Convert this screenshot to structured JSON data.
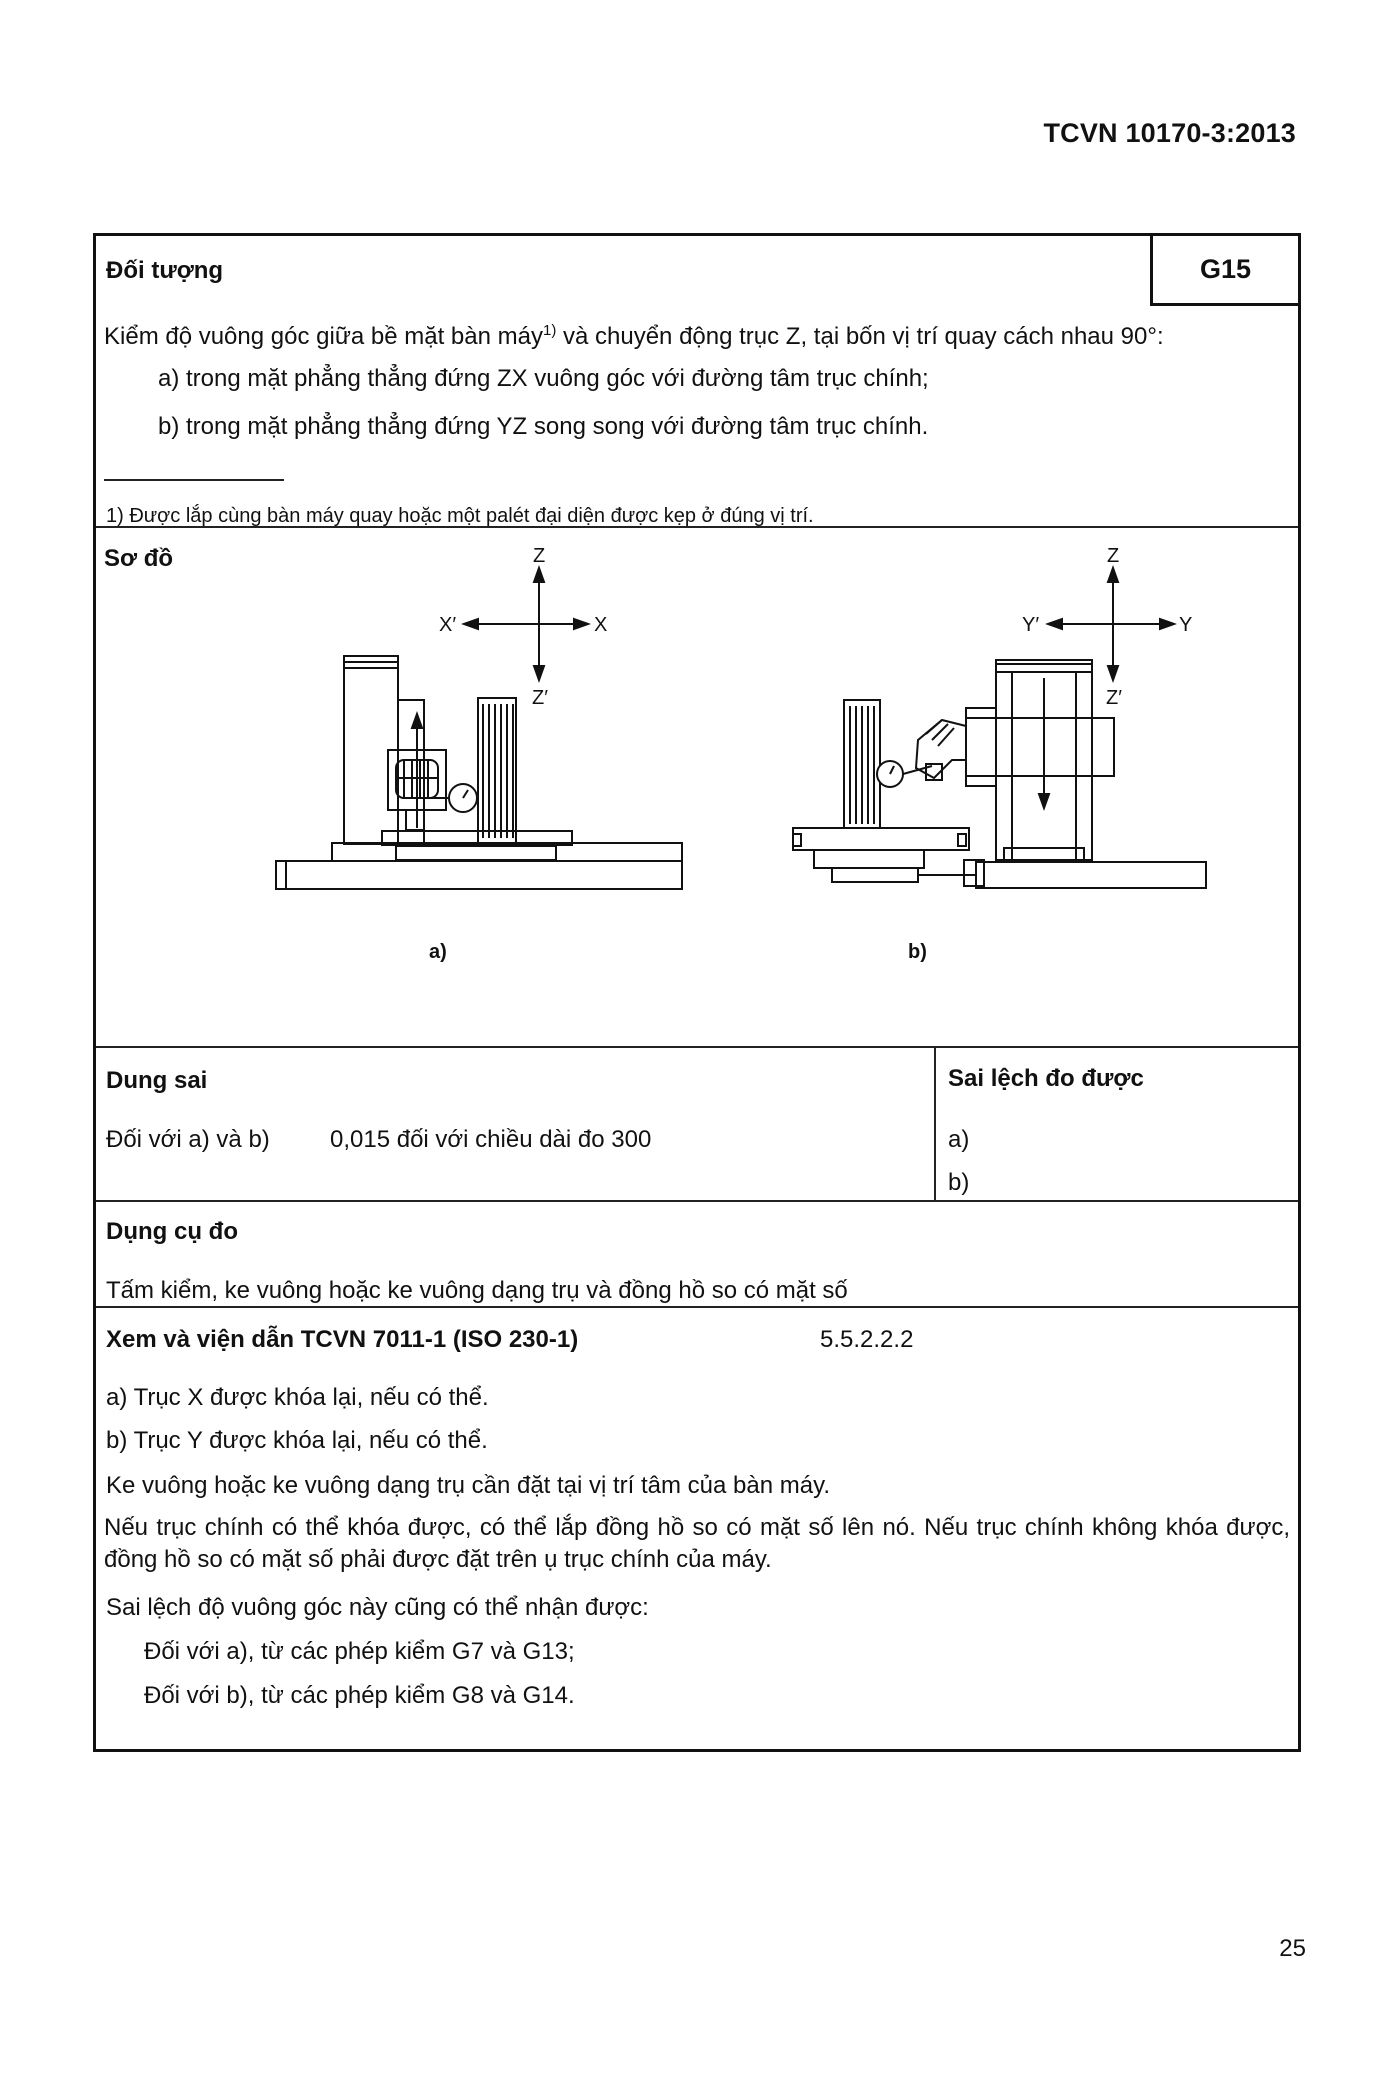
{
  "header": {
    "doc_code": "TCVN 10170-3:2013"
  },
  "section_object": {
    "heading": "Đối tượng",
    "code": "G15",
    "lead_main": "Kiểm độ vuông góc giữa bề mặt bàn máy",
    "lead_sup": "1)",
    "lead_rest": " và chuyển động trục Z, tại bốn vị trí quay cách nhau 90°:",
    "item_a": "a) trong mặt phẳng thẳng đứng ZX vuông góc với đường tâm trục chính;",
    "item_b": "b) trong mặt phẳng thẳng đứng YZ song song với đường tâm trục chính.",
    "footnote": "1) Được lắp cùng bàn máy quay hoặc một palét đại diện được kẹp ở đúng vị trí."
  },
  "section_diagram": {
    "heading": "Sơ đồ",
    "axes_a": {
      "up": "Z",
      "left": "X′",
      "right": "X",
      "down": "Z′"
    },
    "axes_b": {
      "up": "Z",
      "left": "Y′",
      "right": "Y",
      "down": "Z′"
    },
    "caption_a": "a)",
    "caption_b": "b)"
  },
  "section_tolerance": {
    "heading": "Dung sai",
    "label": "Đối với a) và b)",
    "value": "0,015 đối với chiều dài đo 300",
    "measured_heading": "Sai lệch đo được",
    "measured_a": "a)",
    "measured_b": "b)"
  },
  "section_instruments": {
    "heading": "Dụng cụ đo",
    "text": "Tấm kiểm, ke vuông hoặc ke vuông dạng trụ và đồng hồ so có mặt số"
  },
  "section_reference": {
    "heading": "Xem và viện dẫn TCVN 7011-1 (ISO 230-1)",
    "clause": "5.5.2.2.2",
    "line_a": "a) Trục X được khóa lại, nếu có thể.",
    "line_b": "b) Trục Y được khóa lại, nếu có thể.",
    "line_c": "Ke vuông hoặc ke vuông dạng trụ cần đặt tại vị trí tâm của bàn máy.",
    "line_d": "Nếu trục chính có thể khóa được, có thể lắp đồng hồ so có mặt số lên nó. Nếu trục chính không khóa được, đồng hồ so có mặt số phải được đặt trên ụ trục chính của máy.",
    "line_e": "Sai lệch độ vuông góc này cũng có thể nhận được:",
    "line_f": "Đối với a), từ các phép kiểm G7 và G13;",
    "line_g": "Đối với b), từ các phép kiểm G8 và G14."
  },
  "footer": {
    "page_number": "25"
  }
}
